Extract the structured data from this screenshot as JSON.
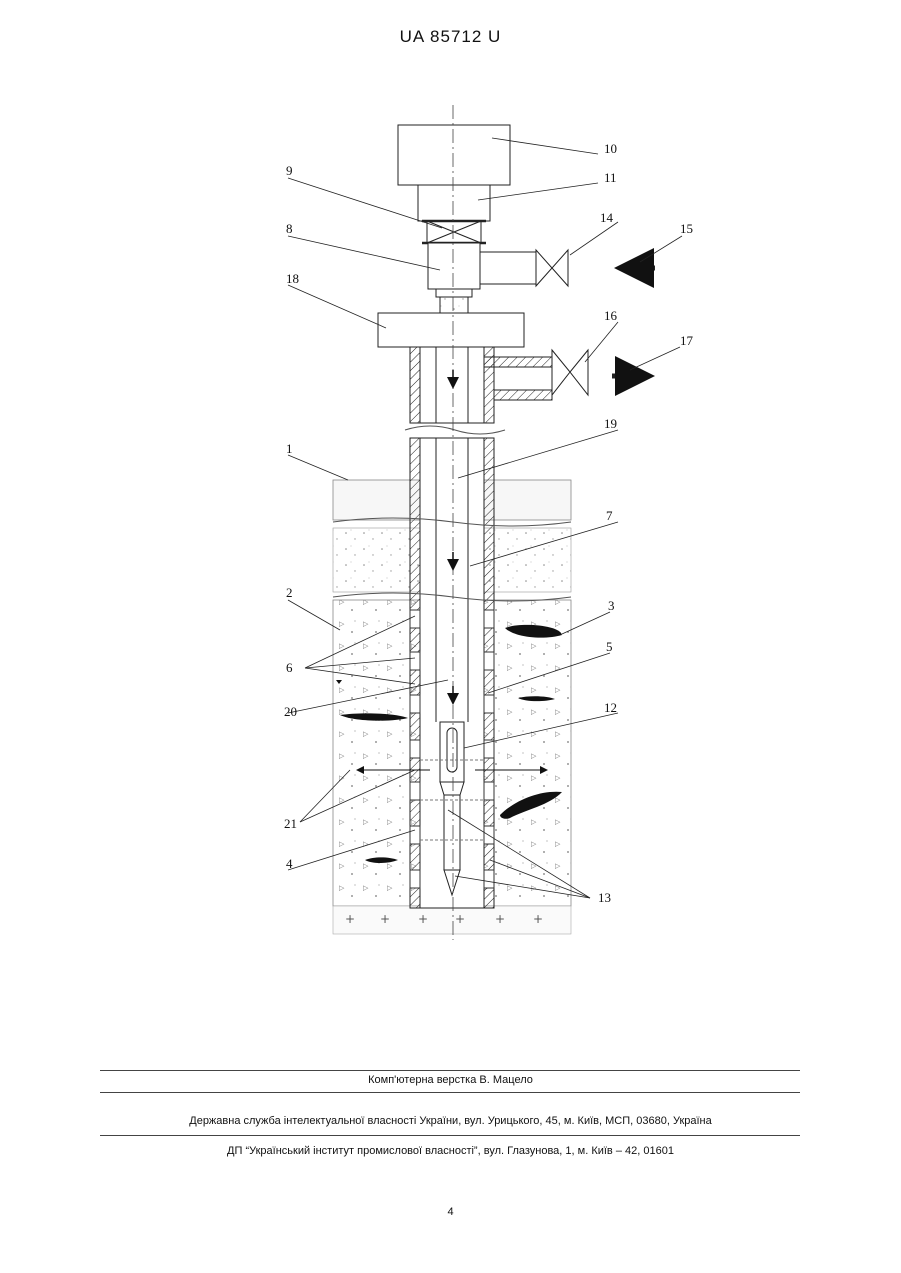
{
  "header": {
    "patent_number": "UA   85712   U"
  },
  "figure": {
    "labels": [
      "10",
      "11",
      "9",
      "14",
      "8",
      "15",
      "18",
      "16",
      "17",
      "19",
      "1",
      "7",
      "2",
      "3",
      "6",
      "5",
      "20",
      "12",
      "21",
      "4",
      "13"
    ]
  },
  "footer": {
    "typesetting": "Комп'ютерна верстка В. Мацело",
    "agency": "Державна служба інтелектуальної власності України, вул. Урицького, 45, м. Київ, МСП, 03680, Україна",
    "institute": "ДП “Український інститут промислової власності”, вул. Глазунова, 1, м. Київ – 42, 01601",
    "page_number": "4"
  }
}
